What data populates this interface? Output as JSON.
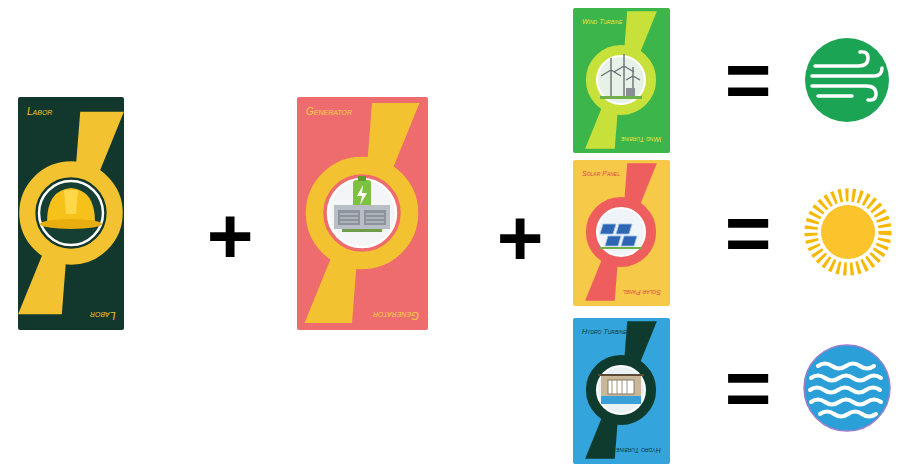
{
  "diagram": {
    "nodes": [
      {
        "text": [
          "Labor",
          "Labor"
        ]
      },
      {
        "text": [
          "Generator",
          "Generator"
        ]
      },
      {
        "text": [
          "Wind Turbine",
          "Wind Turbine"
        ]
      },
      {
        "text": [
          "Solar Panel",
          "Solar Panel"
        ]
      },
      {
        "text": [
          "Hydro Turbine",
          "Hydro Turbine"
        ]
      }
    ],
    "labels": [
      "+",
      "+",
      "=",
      "=",
      "="
    ]
  }
}
